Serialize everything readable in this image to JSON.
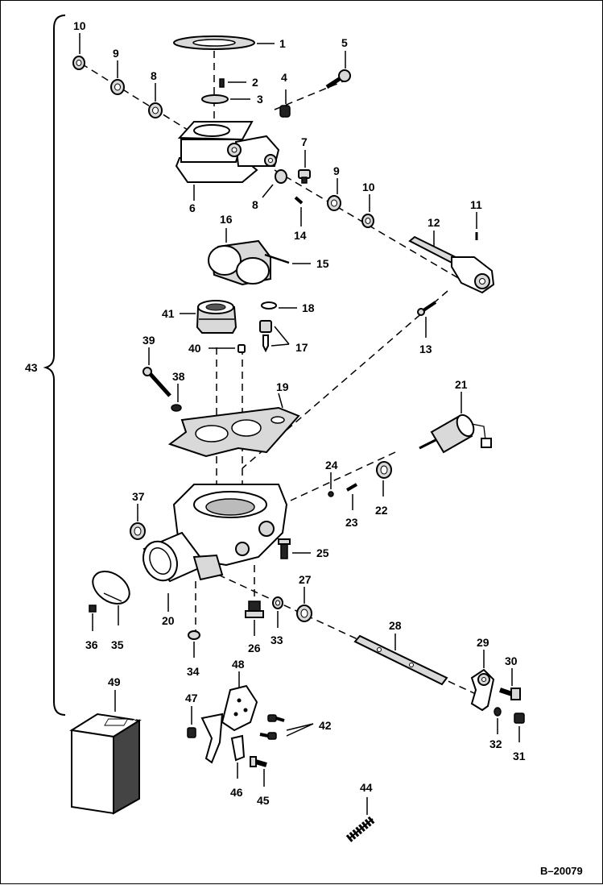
{
  "diagram": {
    "reference_code": "B–20079",
    "bracket_label": "43",
    "labels": {
      "n1": "1",
      "n2": "2",
      "n3": "3",
      "n4": "4",
      "n5": "5",
      "n6": "6",
      "n7": "7",
      "n8a": "8",
      "n8b": "8",
      "n9a": "9",
      "n9b": "9",
      "n10a": "10",
      "n10b": "10",
      "n11": "11",
      "n12": "12",
      "n13": "13",
      "n14": "14",
      "n15": "15",
      "n16": "16",
      "n17": "17",
      "n18": "18",
      "n19": "19",
      "n20": "20",
      "n21": "21",
      "n22": "22",
      "n23": "23",
      "n24": "24",
      "n25": "25",
      "n26": "26",
      "n27": "27",
      "n28": "28",
      "n29": "29",
      "n30": "30",
      "n31": "31",
      "n32": "32",
      "n33": "33",
      "n34": "34",
      "n35": "35",
      "n36": "36",
      "n37": "37",
      "n38": "38",
      "n39": "39",
      "n40": "40",
      "n41": "41",
      "n42": "42",
      "n44": "44",
      "n45": "45",
      "n46": "46",
      "n47": "47",
      "n48": "48",
      "n49": "49"
    }
  }
}
